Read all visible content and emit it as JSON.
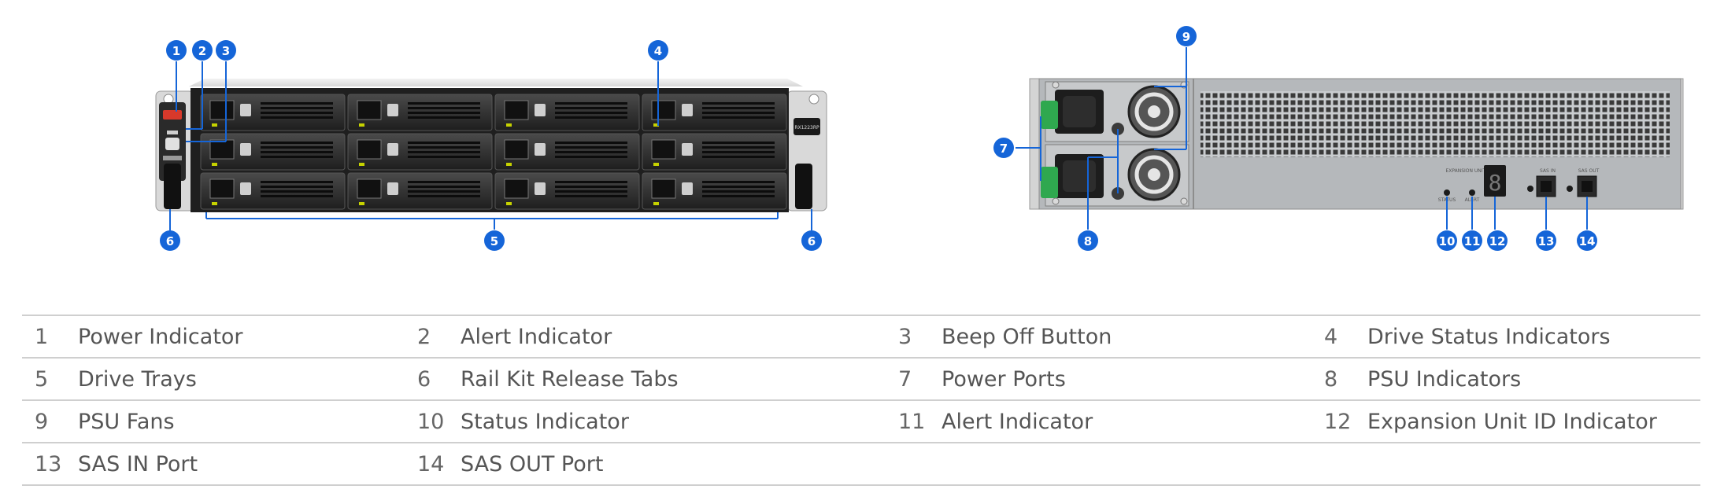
{
  "callouts": [
    "1",
    "2",
    "3",
    "4",
    "5",
    "6",
    "7",
    "8",
    "9",
    "10",
    "11",
    "12",
    "13",
    "14"
  ],
  "device": {
    "front_model_label": "RX1223RP",
    "rear_labels": {
      "expansion_unit_id": "EXPANSION UNIT ID",
      "status": "STATUS",
      "alert": "ALERT",
      "sas_in": "SAS IN",
      "sas_out": "SAS OUT"
    },
    "id_digit": "8"
  },
  "legend": [
    [
      {
        "num": "1",
        "label": "Power Indicator"
      },
      {
        "num": "2",
        "label": "Alert Indicator"
      },
      {
        "num": "3",
        "label": "Beep Off Button"
      },
      {
        "num": "4",
        "label": "Drive Status Indicators"
      }
    ],
    [
      {
        "num": "5",
        "label": "Drive Trays"
      },
      {
        "num": "6",
        "label": "Rail Kit Release Tabs"
      },
      {
        "num": "7",
        "label": "Power Ports"
      },
      {
        "num": "8",
        "label": "PSU Indicators"
      }
    ],
    [
      {
        "num": "9",
        "label": "PSU Fans"
      },
      {
        "num": "10",
        "label": "Status Indicator"
      },
      {
        "num": "11",
        "label": "Alert Indicator"
      },
      {
        "num": "12",
        "label": "Expansion Unit ID Indicator"
      }
    ],
    [
      {
        "num": "13",
        "label": "SAS IN Port"
      },
      {
        "num": "14",
        "label": "SAS OUT Port"
      },
      {
        "num": "",
        "label": ""
      },
      {
        "num": "",
        "label": ""
      }
    ]
  ],
  "colors": {
    "callout": "#1565d8",
    "chassis": "#2b2b2b",
    "rear_panel": "#b9bcbf",
    "led_green": "#c6d200",
    "psu_handle": "#2fa84f",
    "legend_text": "#555555",
    "rule": "#cfcfcf"
  }
}
